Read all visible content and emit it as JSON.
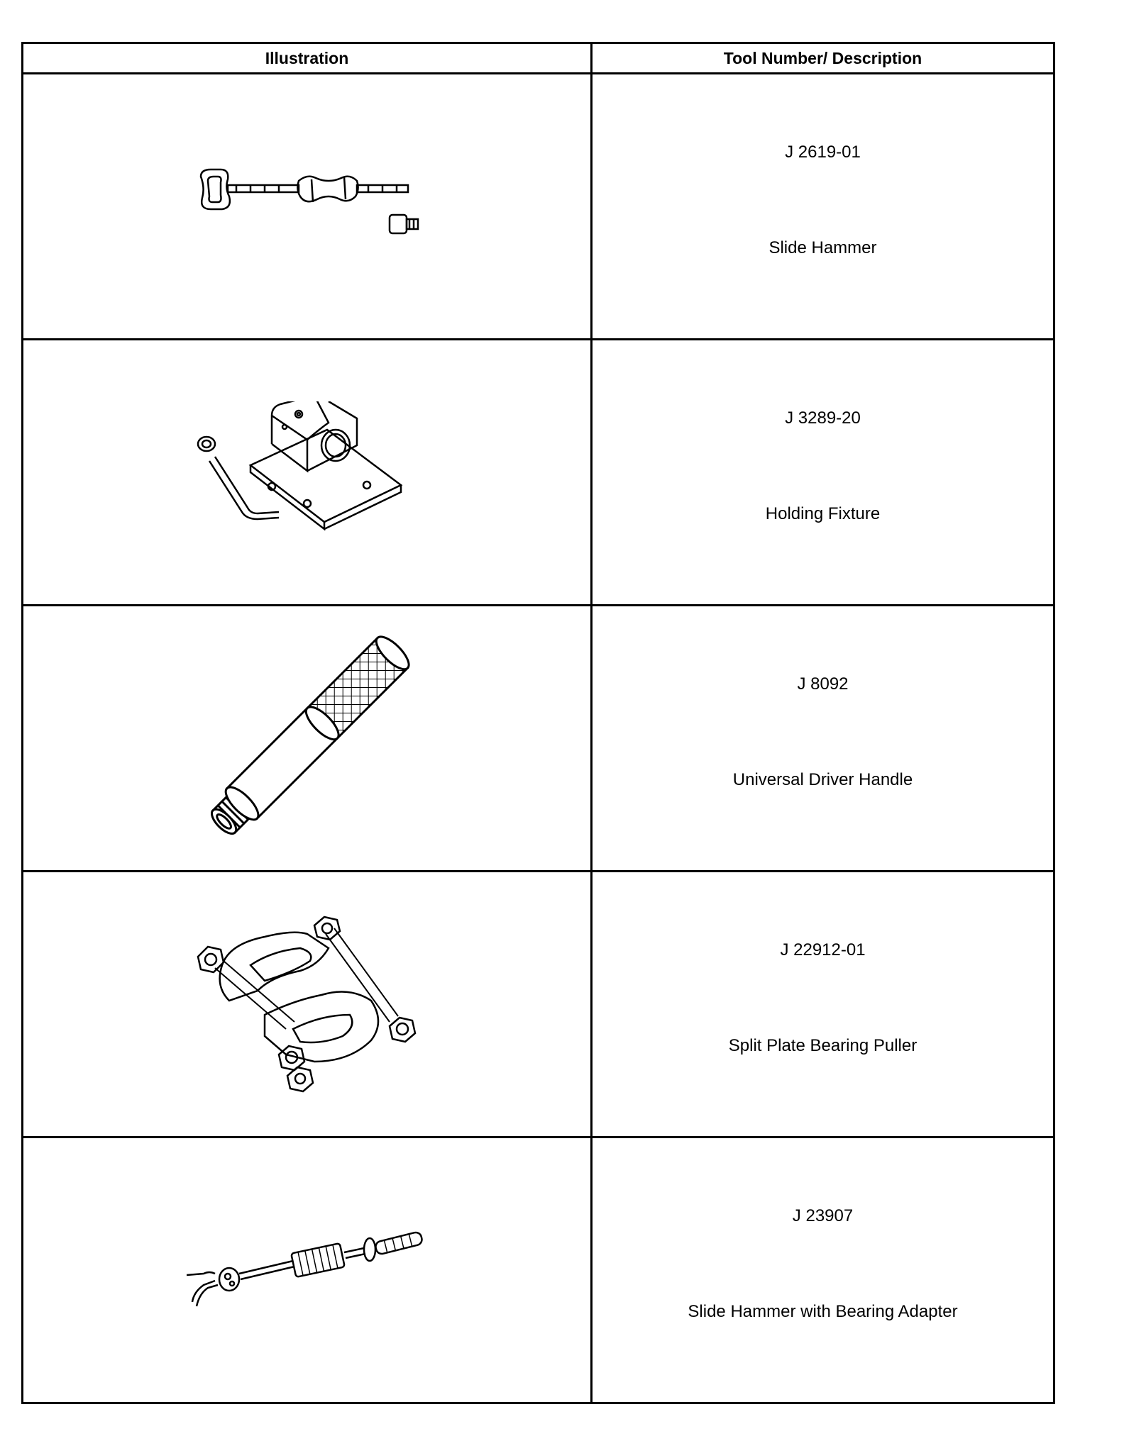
{
  "table": {
    "headers": {
      "illustration": "Illustration",
      "description": "Tool Number/ Description"
    },
    "rows": [
      {
        "number": "J 2619-01",
        "name": "Slide Hammer",
        "icon": "slide-hammer-icon"
      },
      {
        "number": "J 3289-20",
        "name": "Holding Fixture",
        "icon": "holding-fixture-icon"
      },
      {
        "number": "J 8092",
        "name": "Universal Driver Handle",
        "icon": "driver-handle-icon"
      },
      {
        "number": "J 22912-01",
        "name": "Split Plate Bearing Puller",
        "icon": "bearing-puller-icon"
      },
      {
        "number": "J 23907",
        "name": "Slide Hammer with Bearing Adapter",
        "icon": "slide-hammer-adapter-icon"
      }
    ]
  }
}
